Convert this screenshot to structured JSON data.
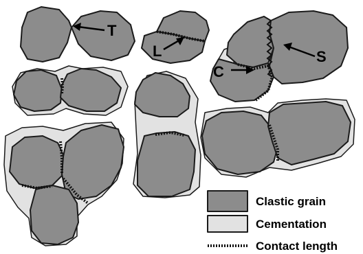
{
  "labels": {
    "tangential": "T",
    "long": "L",
    "concavo_convex": "C",
    "sutured": "S"
  },
  "legend": {
    "grain": "Clastic grain",
    "cementation": "Cementation",
    "contact": "Contact length"
  },
  "colors": {
    "grain": "#8c8c8c",
    "cementation": "#e2e2e2",
    "outline": "#1a1a1a"
  }
}
